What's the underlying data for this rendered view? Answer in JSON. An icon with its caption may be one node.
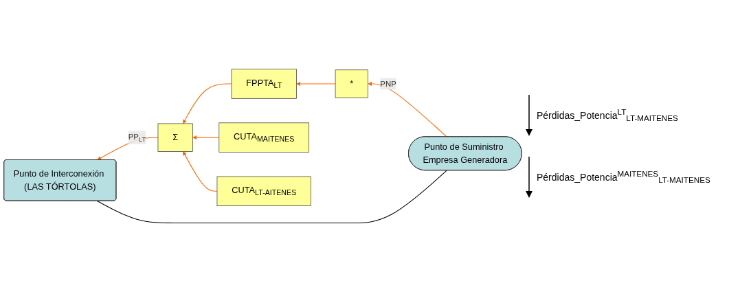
{
  "diagram": {
    "nodes": [
      {
        "text": [
          "FPPTA$_{LT}$"
        ]
      },
      {
        "text": [
          "*"
        ]
      },
      {
        "text": [
          "Punto de Suministro Empresa Generadora"
        ]
      },
      {
        "text": [
          "CUTA$_{MAITENES}$"
        ]
      },
      {
        "text": [
          "Σ"
        ]
      },
      {
        "text": [
          "CUTA$_{LT-AITENES}$"
        ]
      },
      {
        "text": [
          "Punto de Interconexión (LAS TÓRTOLAS)"
        ]
      }
    ],
    "edges": [
      {
        "from": 2,
        "to": 1,
        "arrow": "to",
        "label": "PNP"
      },
      {
        "from": 1,
        "to": 0,
        "arrow": "to"
      },
      {
        "from": 0,
        "to": 4,
        "arrow": "to"
      },
      {
        "from": 3,
        "to": 4,
        "arrow": "to"
      },
      {
        "from": 5,
        "to": 4,
        "arrow": "to"
      },
      {
        "from": 4,
        "to": 6,
        "arrow": "to",
        "label": "PP$_{LT}$"
      },
      {
        "from": 2,
        "to": 6,
        "arrow": "none",
        "color": "#000000"
      }
    ],
    "labels": [
      "Pérdidas_Potencia$^{LT}$$_{LT-MAITENES}$",
      "Pérdidas_Potencia$^{MAITENES}$$_{LT-MAITENES}$"
    ]
  }
}
